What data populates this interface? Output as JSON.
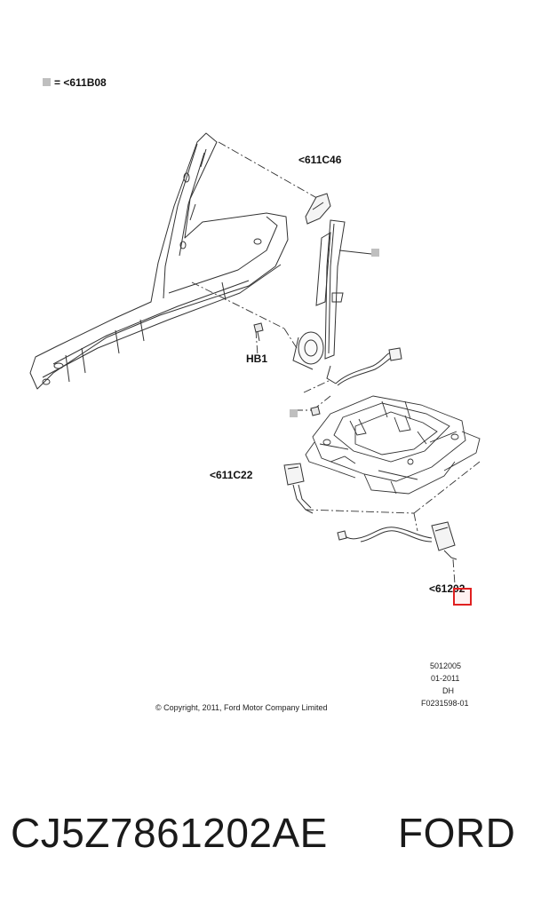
{
  "legend": {
    "text": "= <611B08"
  },
  "callouts": {
    "c611C46": "<611C46",
    "hb1": "HB1",
    "c611C22": "<611C22",
    "c61202": "<61202"
  },
  "info": {
    "line1": "5012005",
    "line2": "01-2011",
    "line3": "DH",
    "line4": "F0231598-01"
  },
  "copyright": "© Copyright, 2011, Ford Motor Company Limited",
  "caption": {
    "part_number": "CJ5Z7861202AE",
    "brand": "FORD"
  },
  "colors": {
    "line": "#333333",
    "marker": "#bfbfbf",
    "highlight": "#e02020"
  }
}
